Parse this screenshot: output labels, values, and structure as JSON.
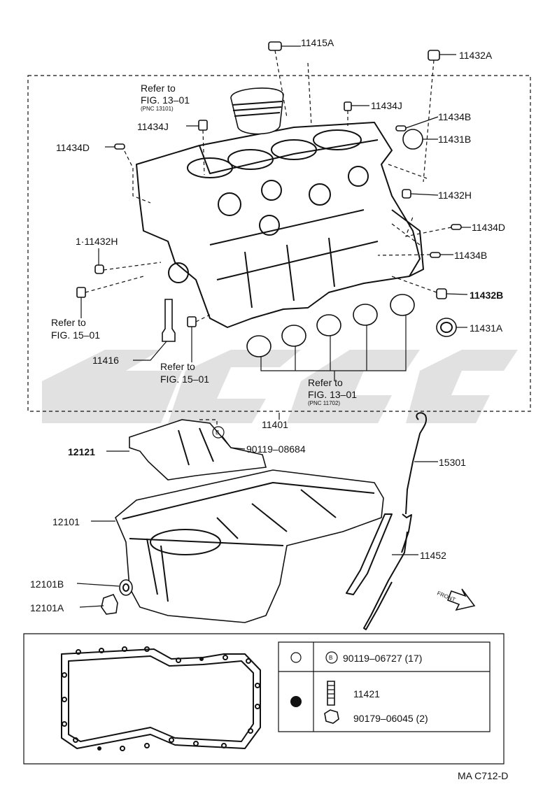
{
  "labels": {
    "p11415A": "11415A",
    "p11432A": "11432A",
    "refer_to_1": "Refer to",
    "fig_13_01_a": "FIG. 13–01",
    "pnc_13101": "(PNC 13101)",
    "p11434J_a": "11434J",
    "p11434J_b": "11434J",
    "p11434B_a": "11434B",
    "p11431B": "11431B",
    "p11434D_a": "11434D",
    "p11432H_a": "11432H",
    "p11434D_b": "11434D",
    "p11432H_b": "1·11432H",
    "p11434B_b": "11434B",
    "p11432B": "11432B",
    "refer_to_2": "Refer to",
    "fig_15_01_a": "FIG. 15–01",
    "p11431A": "11431A",
    "p11416": "11416",
    "refer_to_3": "Refer to",
    "fig_15_01_b": "FIG. 15–01",
    "refer_to_4": "Refer to",
    "fig_13_01_b": "FIG. 13–01",
    "pnc_11702": "(PNC 11702)",
    "p11401": "11401",
    "p12121": "12121",
    "p90119_08684": "90119–08684",
    "p15301": "15301",
    "p12101": "12101",
    "p11452": "11452",
    "p12101B": "12101B",
    "p12101A": "12101A",
    "front": "FRONT",
    "bolt_marker": "B",
    "doc_code": "MA C712-D"
  },
  "legend": {
    "b_marker": "B",
    "row1_part": "90119–06727 (17)",
    "row2_part": "11421",
    "row3_part": "90179–06045 (2)"
  },
  "colors": {
    "ink": "#111111",
    "watermark": "#c8c8c8",
    "paper": "#ffffff"
  }
}
